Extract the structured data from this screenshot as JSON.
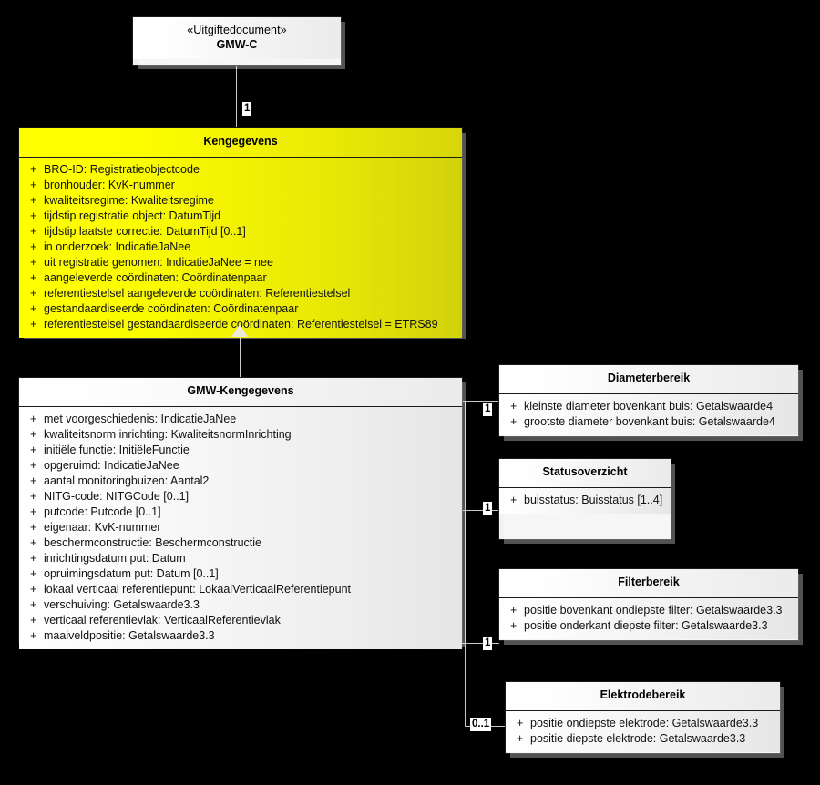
{
  "diagram": {
    "type": "uml-class-diagram",
    "background_color": "#000000",
    "highlight_color": "#ffff00",
    "class_fill_color": "#f2f2f2",
    "connector_color": "#c8c8c8"
  },
  "classes": {
    "gmw_c": {
      "stereotype": "«Uitgiftedocument»",
      "name": "GMW-C",
      "attributes": []
    },
    "kengegevens": {
      "name": "Kengegevens",
      "attributes": [
        {
          "visibility": "+",
          "text": "BRO-ID: Registratieobjectcode"
        },
        {
          "visibility": "+",
          "text": "bronhouder: KvK-nummer"
        },
        {
          "visibility": "+",
          "text": "kwaliteitsregime: Kwaliteitsregime"
        },
        {
          "visibility": "+",
          "text": "tijdstip registratie object: DatumTijd"
        },
        {
          "visibility": "+",
          "text": "tijdstip laatste correctie: DatumTijd [0..1]"
        },
        {
          "visibility": "+",
          "text": "in onderzoek: IndicatieJaNee"
        },
        {
          "visibility": "+",
          "text": "uit registratie genomen: IndicatieJaNee = nee"
        },
        {
          "visibility": "+",
          "text": "aangeleverde coördinaten: Coördinatenpaar"
        },
        {
          "visibility": "+",
          "text": "referentiestelsel aangeleverde coördinaten: Referentiestelsel"
        },
        {
          "visibility": "+",
          "text": "gestandaardiseerde coördinaten: Coördinatenpaar"
        },
        {
          "visibility": "+",
          "text": "referentiestelsel gestandaardiseerde coördinaten: Referentiestelsel = ETRS89"
        }
      ]
    },
    "gmw_kengegevens": {
      "name": "GMW-Kengegevens",
      "attributes": [
        {
          "visibility": "+",
          "text": "met voorgeschiedenis: IndicatieJaNee"
        },
        {
          "visibility": "+",
          "text": "kwaliteitsnorm inrichting: KwaliteitsnormInrichting"
        },
        {
          "visibility": "+",
          "text": "initiële functie: InitiëleFunctie"
        },
        {
          "visibility": "+",
          "text": "opgeruimd: IndicatieJaNee"
        },
        {
          "visibility": "+",
          "text": "aantal monitoringbuizen: Aantal2"
        },
        {
          "visibility": "+",
          "text": "NITG-code: NITGCode [0..1]"
        },
        {
          "visibility": "+",
          "text": "putcode: Putcode [0..1]"
        },
        {
          "visibility": "+",
          "text": "eigenaar: KvK-nummer"
        },
        {
          "visibility": "+",
          "text": "beschermconstructie: Beschermconstructie"
        },
        {
          "visibility": "+",
          "text": "inrichtingsdatum put: Datum"
        },
        {
          "visibility": "+",
          "text": "opruimingsdatum put: Datum [0..1]"
        },
        {
          "visibility": "+",
          "text": "lokaal verticaal referentiepunt: LokaalVerticaalReferentiepunt"
        },
        {
          "visibility": "+",
          "text": "verschuiving: Getalswaarde3.3"
        },
        {
          "visibility": "+",
          "text": "verticaal referentievlak: VerticaalReferentievlak"
        },
        {
          "visibility": "+",
          "text": "maaiveldpositie: Getalswaarde3.3"
        }
      ]
    },
    "diameterbereik": {
      "name": "Diameterbereik",
      "attributes": [
        {
          "visibility": "+",
          "text": "kleinste diameter bovenkant buis: Getalswaarde4"
        },
        {
          "visibility": "+",
          "text": "grootste diameter bovenkant buis: Getalswaarde4"
        }
      ]
    },
    "statusoverzicht": {
      "name": "Statusoverzicht",
      "attributes": [
        {
          "visibility": "+",
          "text": "buisstatus: Buisstatus [1..4]"
        }
      ]
    },
    "filterbereik": {
      "name": "Filterbereik",
      "attributes": [
        {
          "visibility": "+",
          "text": "positie bovenkant ondiepste filter: Getalswaarde3.3"
        },
        {
          "visibility": "+",
          "text": "positie onderkant diepste filter: Getalswaarde3.3"
        }
      ]
    },
    "elektrodebereik": {
      "name": "Elektrodebereik",
      "attributes": [
        {
          "visibility": "+",
          "text": "positie ondiepste elektrode: Getalswaarde3.3"
        },
        {
          "visibility": "+",
          "text": "positie diepste elektrode: Getalswaarde3.3"
        }
      ]
    }
  },
  "multiplicities": {
    "gmwc_to_kengegevens": "1",
    "to_diameterbereik": "1",
    "to_statusoverzicht": "1",
    "to_filterbereik": "1",
    "to_elektrodebereik": "0..1"
  }
}
